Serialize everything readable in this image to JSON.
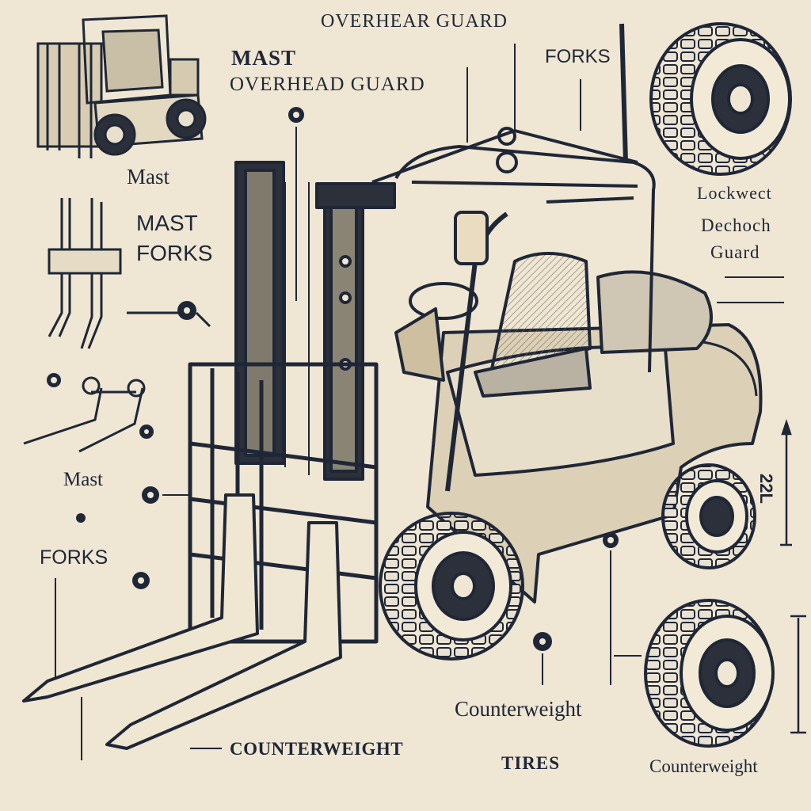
{
  "labels": {
    "overhear_guard": "OVERHEAR GUARD",
    "mast_top": "MAST",
    "overhead_guard": "OVERHEAD GUARD",
    "forks_top": "FORKS",
    "mast_1": "Mast",
    "mast_2": "MAST",
    "forks_2": "FORKS",
    "lockwect": "Lockwect",
    "dechoch": "Dechoch",
    "guard": "Guard",
    "mast_3": "Mast",
    "forks_3": "FORKS",
    "dimension": "22L",
    "counterweight_1": "Counterweight",
    "counterweight_2": "COUNTERWEIGHT",
    "tires": "TIRES",
    "counterweight_3": "Counterweight"
  },
  "colors": {
    "paper": "#efe6d3",
    "ink": "#1f2737",
    "body_fill": "#dcd0b6",
    "seat_fill": "#b9b2a3"
  }
}
